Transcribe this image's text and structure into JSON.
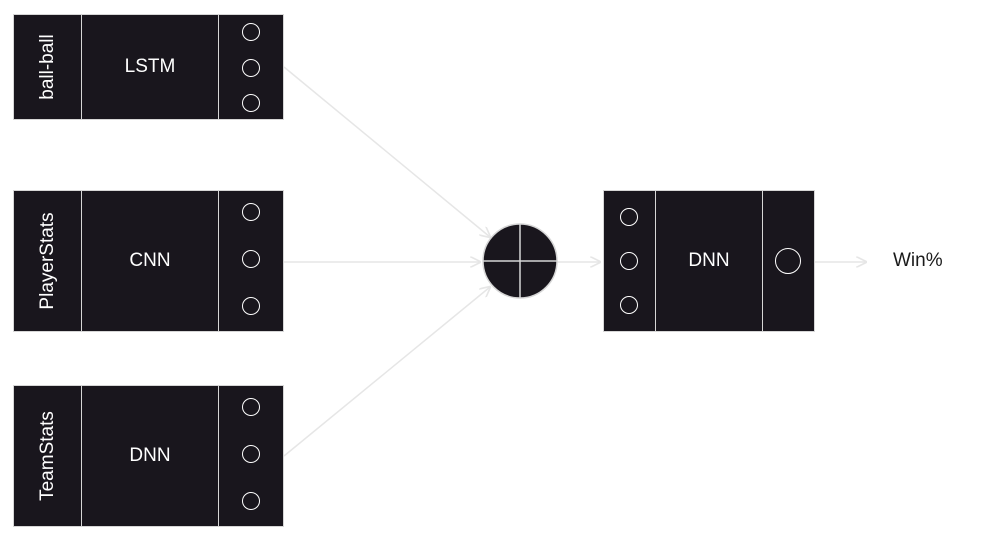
{
  "inputs": [
    {
      "name": "ball-ball",
      "model": "LSTM"
    },
    {
      "name": "PlayerStats",
      "model": "CNN"
    },
    {
      "name": "TeamStats",
      "model": "DNN"
    }
  ],
  "combiner": {
    "symbol": "concatenate-circle-plus"
  },
  "final": {
    "model": "DNN"
  },
  "output": {
    "label": "Win%"
  },
  "colors": {
    "block_fill": "#19161d",
    "block_border": "#d6d6d6",
    "arrow": "#e6e6e6",
    "node_stroke": "#ffffff"
  }
}
